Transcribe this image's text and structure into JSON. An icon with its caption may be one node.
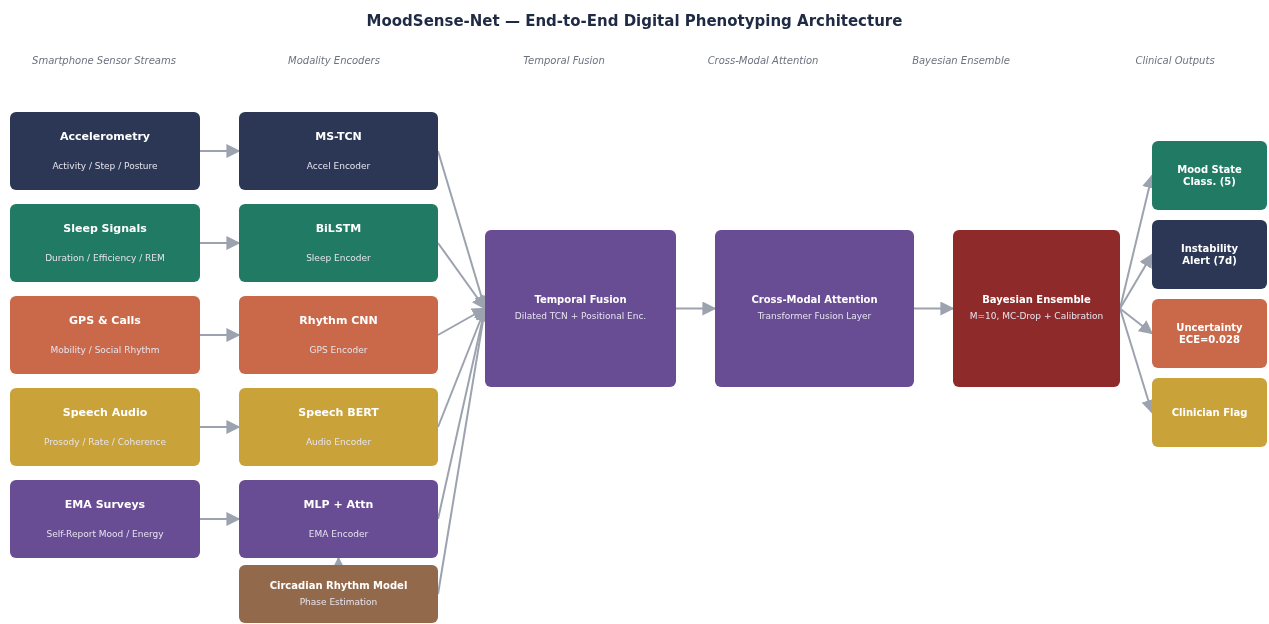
{
  "diagram": {
    "title": "MoodSense-Net — End-to-End Digital Phenotyping Architecture",
    "nodes": [
      {
        "text": [
          "Accelerometry",
          "Activity / Step / Posture"
        ]
      },
      {
        "text": [
          "Sleep Signals",
          "Duration / Efficiency / REM"
        ]
      },
      {
        "text": [
          "GPS & Calls",
          "Mobility / Social Rhythm"
        ]
      },
      {
        "text": [
          "Speech Audio",
          "Prosody / Rate / Coherence"
        ]
      },
      {
        "text": [
          "EMA Surveys",
          "Self-Report Mood / Energy"
        ]
      },
      {
        "text": [
          "MS-TCN",
          "Accel Encoder"
        ]
      },
      {
        "text": [
          "BiLSTM",
          "Sleep Encoder"
        ]
      },
      {
        "text": [
          "Rhythm CNN",
          "GPS Encoder"
        ]
      },
      {
        "text": [
          "Speech BERT",
          "Audio Encoder"
        ]
      },
      {
        "text": [
          "MLP + Attn",
          "EMA Encoder"
        ]
      },
      {
        "text": [
          "Circadian Rhythm Model",
          "Phase Estimation"
        ]
      },
      {
        "text": [
          "Temporal Fusion",
          "Dilated TCN + Positional Enc."
        ]
      },
      {
        "text": [
          "Cross-Modal Attention",
          "Transformer Fusion Layer"
        ]
      },
      {
        "text": [
          "Bayesian Ensemble",
          "M=10, MC-Drop + Calibration"
        ]
      },
      {
        "text": [
          "Mood State Class. (5)"
        ]
      },
      {
        "text": [
          "Instability Alert (7d)"
        ]
      },
      {
        "text": [
          "Uncertainty ECE=0.028"
        ]
      },
      {
        "text": [
          "Clinician Flag"
        ]
      }
    ],
    "edges": [
      {
        "from": 0,
        "to": 5,
        "arrow": "to"
      },
      {
        "from": 1,
        "to": 6,
        "arrow": "to"
      },
      {
        "from": 2,
        "to": 7,
        "arrow": "to"
      },
      {
        "from": 3,
        "to": 8,
        "arrow": "to"
      },
      {
        "from": 4,
        "to": 9,
        "arrow": "to"
      },
      {
        "from": 10,
        "to": 9,
        "arrow": "to"
      },
      {
        "from": 5,
        "to": 11,
        "arrow": "to"
      },
      {
        "from": 6,
        "to": 11,
        "arrow": "to"
      },
      {
        "from": 7,
        "to": 11,
        "arrow": "to"
      },
      {
        "from": 8,
        "to": 11,
        "arrow": "to"
      },
      {
        "from": 9,
        "to": 11,
        "arrow": "to"
      },
      {
        "from": 10,
        "to": 11,
        "arrow": "to"
      },
      {
        "from": 11,
        "to": 12,
        "arrow": "to"
      },
      {
        "from": 12,
        "to": 13,
        "arrow": "to"
      },
      {
        "from": 13,
        "to": 14,
        "arrow": "to"
      },
      {
        "from": 13,
        "to": 15,
        "arrow": "to"
      },
      {
        "from": 13,
        "to": 16,
        "arrow": "to"
      },
      {
        "from": 13,
        "to": 17,
        "arrow": "to"
      }
    ],
    "labels": [
      "Smartphone Sensor Streams",
      "Modality Encoders",
      "Temporal Fusion",
      "Cross-Modal Attention",
      "Bayesian Ensemble",
      "Clinical Outputs"
    ]
  }
}
